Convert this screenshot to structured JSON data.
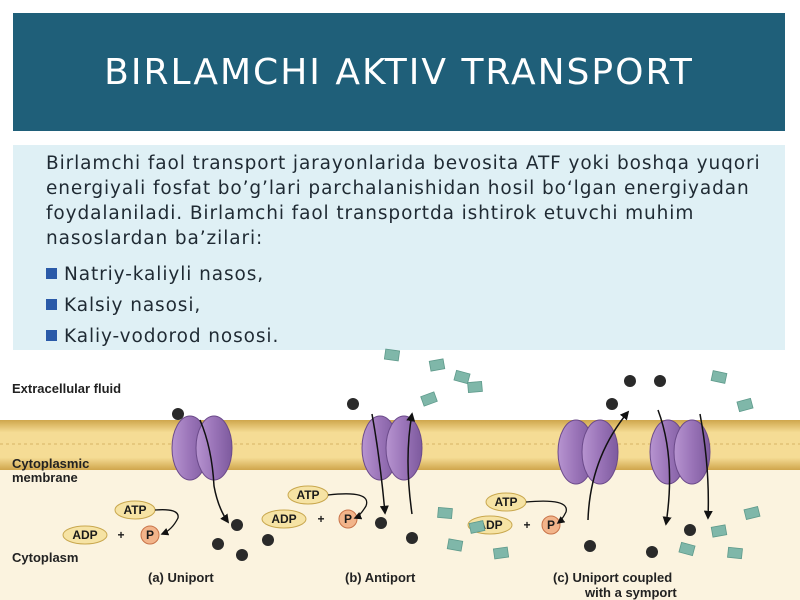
{
  "slide": {
    "title": "BIRLAMCHI AKTIV TRANSPORT",
    "paragraph": "Birlamchi faol transport jarayonlarida bevosita ATF yoki boshqa yuqori energiyali fosfat bo’g’lari parchalanishidan hosil bo‘lgan energiyadan foydalaniladi. Birlamchi faol transportda ishtirok etuvchi muhim nasoslardan ba’zilari:",
    "bullets": [
      "Natriy-kaliyli nasos,",
      "Kalsiy nasosi,",
      "Kaliy-vodorod nososi."
    ]
  },
  "figure": {
    "labels": {
      "extracellular": "Extracellular fluid",
      "membrane_1": "Cytoplasmic",
      "membrane_2": "membrane",
      "cytoplasm": "Cytoplasm"
    },
    "captions": {
      "a": "(a) Uniport",
      "b": "(b) Antiport",
      "c1": "(c) Uniport coupled",
      "c2": "with a symport"
    },
    "chips": {
      "atp": "ATP",
      "adp": "ADP",
      "plus": "+",
      "p": "P"
    }
  },
  "colors": {
    "title_bg": "#1f5f79",
    "body_bg": "#dff0f5",
    "bullet": "#2a5aa8",
    "protein": "#9a74b8",
    "membrane": "#f3d78e"
  }
}
